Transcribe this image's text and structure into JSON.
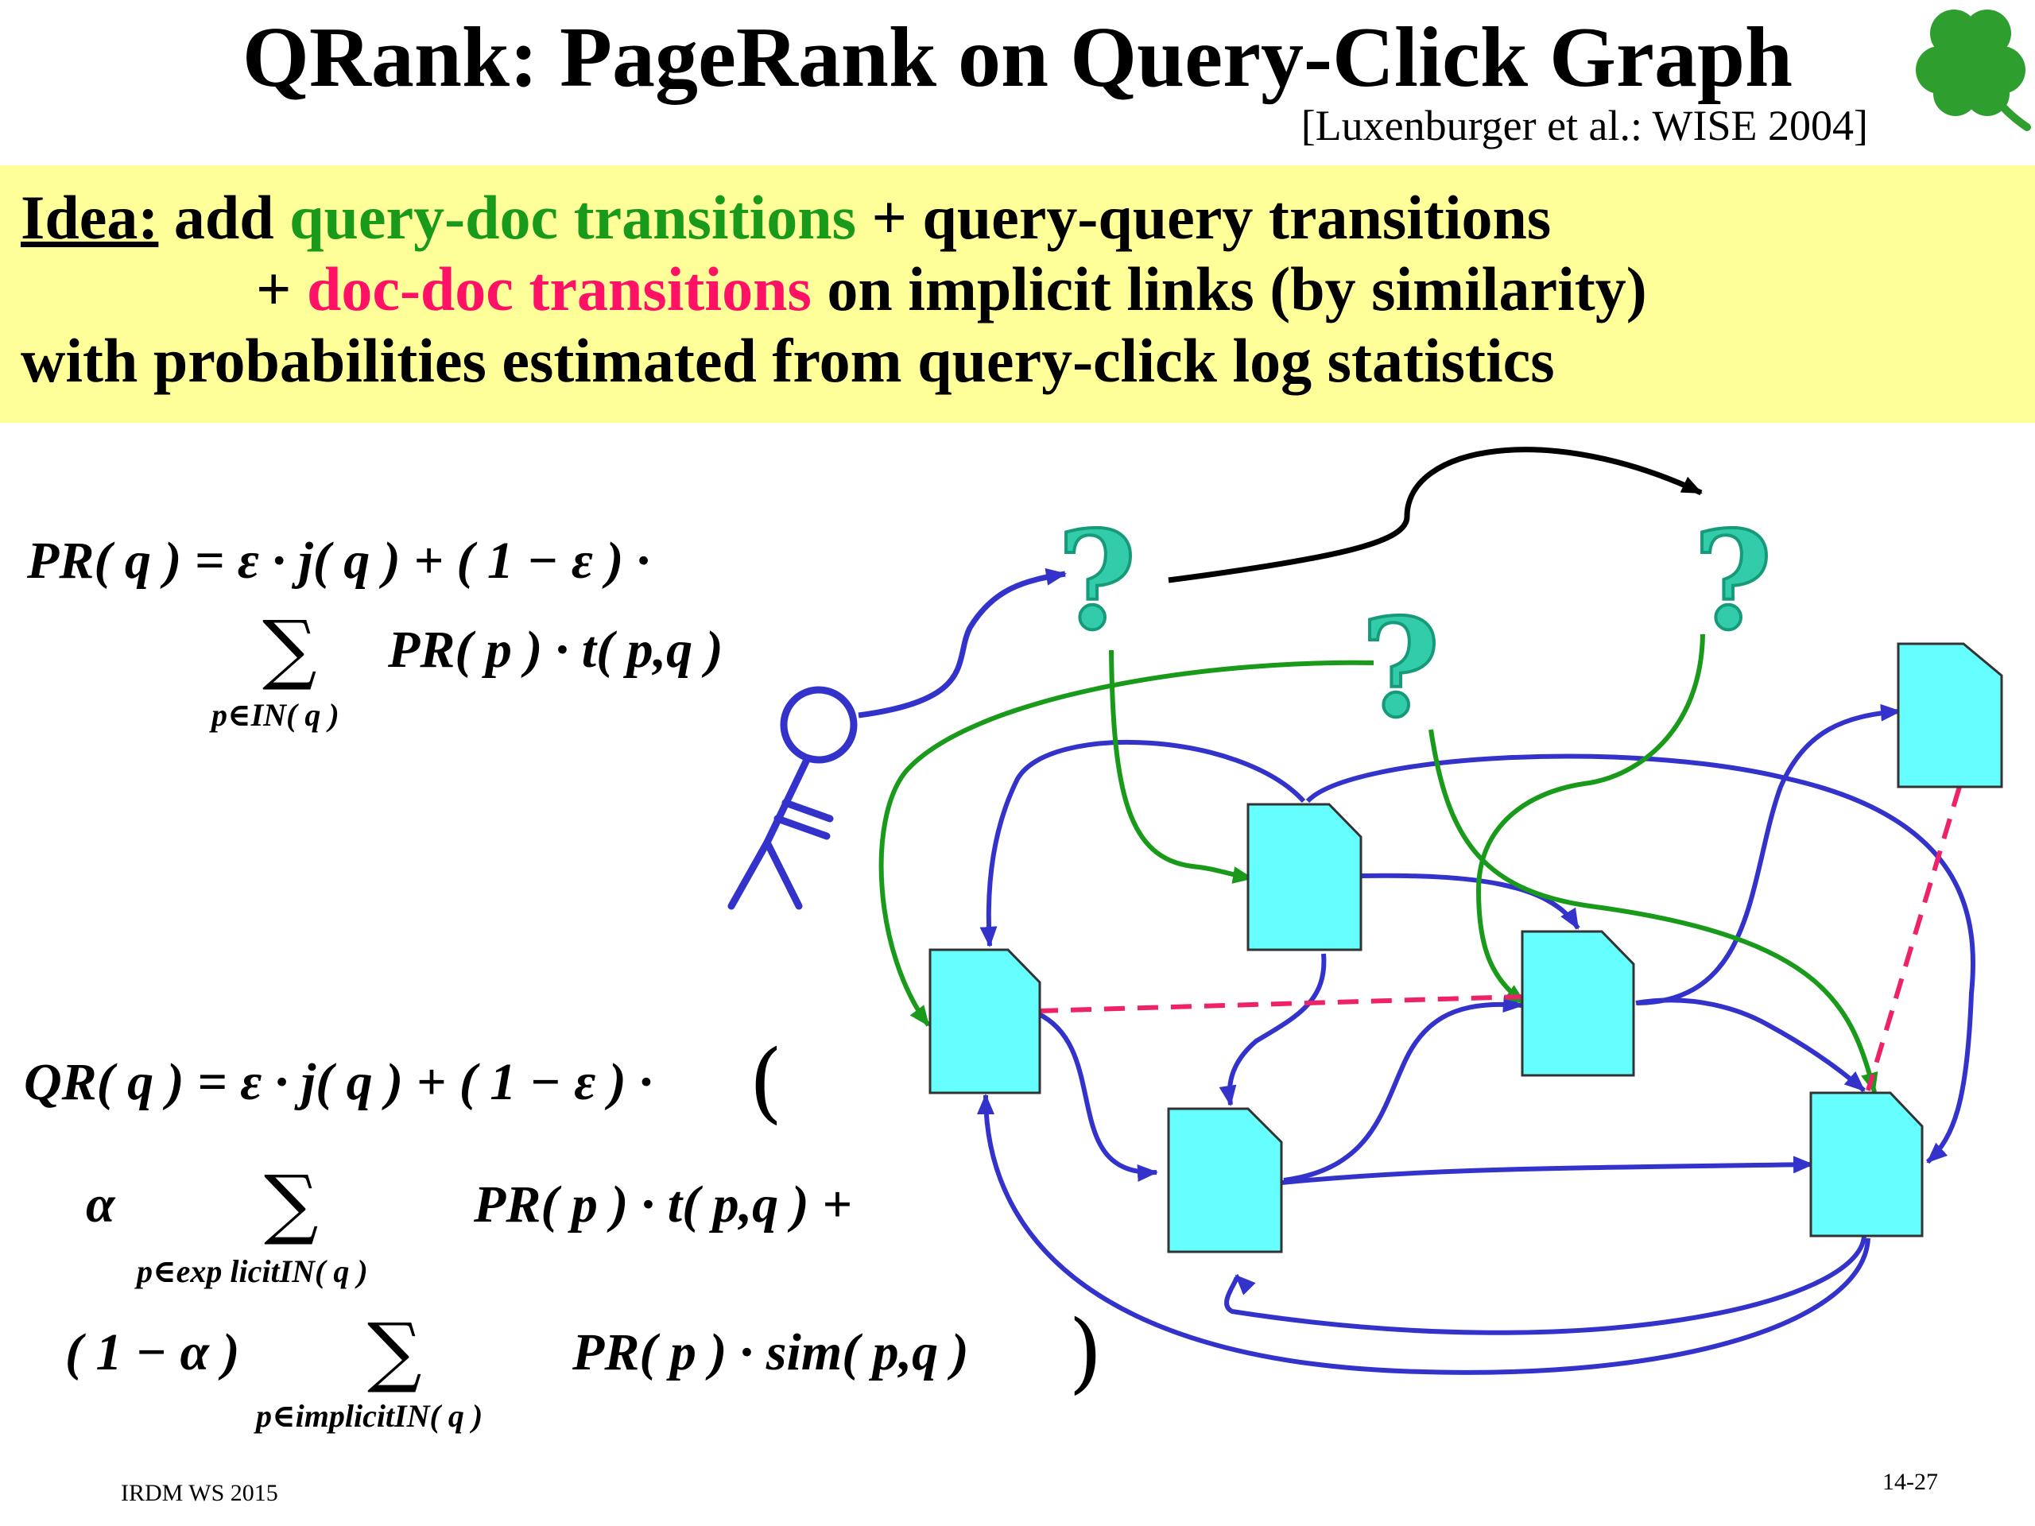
{
  "slide": {
    "title": "QRank: PageRank on Query-Click Graph",
    "citation": "[Luxenburger et al.: WISE 2004]"
  },
  "idea": {
    "label": "Idea:",
    "line1_a": "add",
    "line1_green": "query-doc transitions",
    "line1_b": "+ query-query transitions",
    "line2_a": "+",
    "line2_pink": "doc-doc transitions",
    "line2_b": "on implicit links (by similarity)",
    "line3": "with probabilities estimated from query-click log statistics"
  },
  "formulas": {
    "pr_line1": "PR( q ) = ε · j( q ) + ( 1 − ε ) ·",
    "pr_sigma": "∑",
    "pr_sub": "p∈IN( q )",
    "pr_line2": "PR( p ) · t( p,q )",
    "qr_line1": "QR( q ) = ε · j( q ) + ( 1 − ε ) ·",
    "qr_open": "(",
    "alpha": "α",
    "qr_sigma1": "∑",
    "qr_sub1": "p∈exp licitIN( q )",
    "qr_term1": "PR( p ) · t( p,q )  +",
    "qr_coef2": "( 1 − α )",
    "qr_sigma2": "∑",
    "qr_sub2": "p∈implicitIN( q )",
    "qr_term2": "PR( p ) · sim( p,q )",
    "qr_close": ")"
  },
  "diagram": {
    "query_glyph": "?",
    "colors": {
      "query": "#33ccaa",
      "doc_fill": "#66ffff",
      "user": "#3333cc",
      "click_edge": "#1a9a1a",
      "query_edge": "#000000",
      "link_edge": "#3333cc",
      "similarity_edge": "#ee2266"
    }
  },
  "footer": {
    "left": "IRDM  WS 2015",
    "right": "14-27"
  }
}
